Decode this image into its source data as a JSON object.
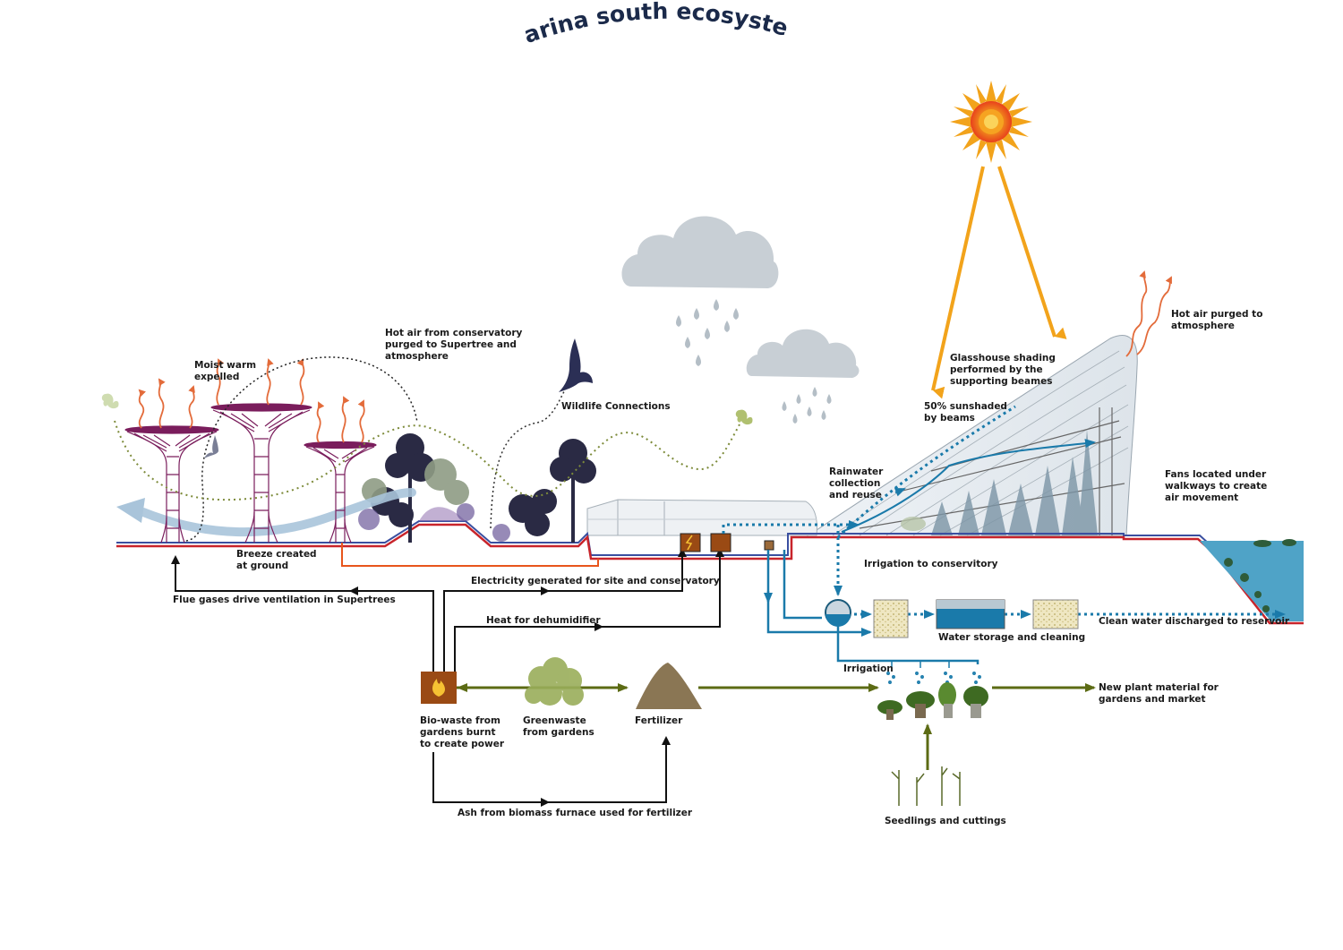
{
  "title": "marina south ecosystem",
  "labels": {
    "moist_warm": "Moist warm\nexpelled",
    "hot_air_conservatory": "Hot air from conservatory\npurged to Supertree and\natmosphere",
    "wildlife": "Wildlife Connections",
    "hot_air_purged": "Hot air purged to\natmosphere",
    "glasshouse_shading": "Glasshouse shading\nperformed by the\nsupporting beames",
    "sunshaded": "50% sunshaded\nby beams",
    "rainwater": "Rainwater\ncollection\nand reuse",
    "fans": "Fans located under\nwalkways to create\nair movement",
    "breeze": "Breeze created\nat ground",
    "irrigation_conservatory": "Irrigation to conservitory",
    "electricity": "Electricity generated for site and conservatory",
    "flue_gases": "Flue gases drive ventilation in Supertrees",
    "heat_dehumidifier": "Heat for dehumidifier",
    "water_storage": "Water storage and cleaning",
    "clean_water": "Clean water discharged to reservoir",
    "irrigation": "Irrigation",
    "bio_waste": "Bio-waste from\ngardens burnt\nto create power",
    "greenwaste": "Greenwaste\nfrom gardens",
    "fertilizer": "Fertilizer",
    "new_plant": "New plant material for\ngardens and market",
    "seedlings": "Seedlings and cuttings",
    "ash": "Ash from biomass furnace used for fertilizer"
  },
  "colors": {
    "title": "#1b2a4a",
    "supertree": "#7a1d5c",
    "ground_red": "#c8242b",
    "ground_blue": "#3a4fa0",
    "water_blue": "#1a7aaa",
    "waste_green": "#5c6b14",
    "sun_orange": "#f2a31b",
    "sun_core": "#e8401c",
    "cloud": "#c8cfd5",
    "furnace": "#9a4a14"
  },
  "icons": [
    "sun-icon",
    "cloud-icon",
    "bird-icon",
    "butterfly-icon",
    "supertree-icon",
    "furnace-icon",
    "fire-icon",
    "tank-icon",
    "filter-icon",
    "plant-icon"
  ]
}
